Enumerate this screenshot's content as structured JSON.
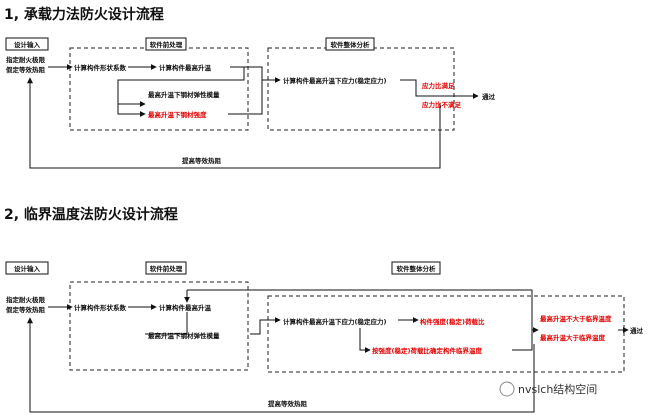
{
  "section1": {
    "title": "1, 承载力法防火设计流程",
    "design_input": "设计输入",
    "fire_limit": "指定耐火极限",
    "assume_thickness": "假定等效热阻",
    "preprocess_header": "软件前处理",
    "analysis_header": "软件整体分析",
    "calc_shape_coef": "计算构件形状系数",
    "calc_max_temp": "计算构件最高升温",
    "max_temp_modulus": "最高升温下钢材弹性模量",
    "max_temp_strength": "最高升温下钢材强度",
    "calc_stress": "计算构件最高升温下应力(稳定应力)",
    "stress_ok": "应力比满足",
    "stress_not_ok": "应力比不满足",
    "pass": "通过",
    "raise_thickness": "提高等效热阻"
  },
  "section2": {
    "title": "2, 临界温度法防火设计流程",
    "design_input": "设计输入",
    "fire_limit": "指定耐火极限",
    "assume_thickness": "假定等效热阻",
    "preprocess_header": "软件前处理",
    "analysis_header": "软件整体分析",
    "calc_shape_coef": "计算构件形状系数",
    "calc_max_temp": "计算构件最高升温",
    "max_temp_modulus": "最高升温下钢材弹性模量",
    "calc_stress": "计算构件最高升温下应力(稳定应力)",
    "strength_load_ratio": "构件强度(稳定)荷载比",
    "critical_temp_calc": "按强度(稳定)荷载比确定构件临界温度",
    "temp_ok": "最高升温不大于临界温度",
    "temp_not_ok": "最高升温大于临界温度",
    "pass": "通过",
    "raise_thickness": "提高等效热阻"
  },
  "watermark": "nvslch结构空间",
  "colors": {
    "highlight": "#e10000",
    "line": "#111111"
  }
}
